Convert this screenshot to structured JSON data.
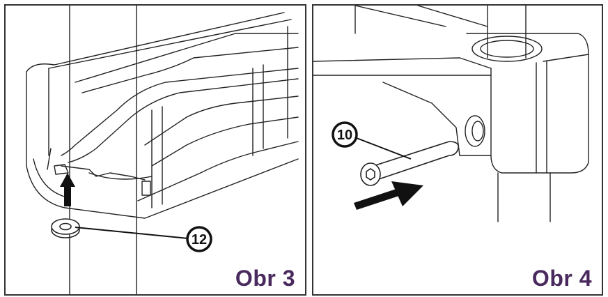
{
  "panels": [
    {
      "label": "Obr 3",
      "callout": "12"
    },
    {
      "label": "Obr 4",
      "callout": "10"
    }
  ],
  "colors": {
    "label": "#4a2a5e",
    "line": "#222222"
  }
}
